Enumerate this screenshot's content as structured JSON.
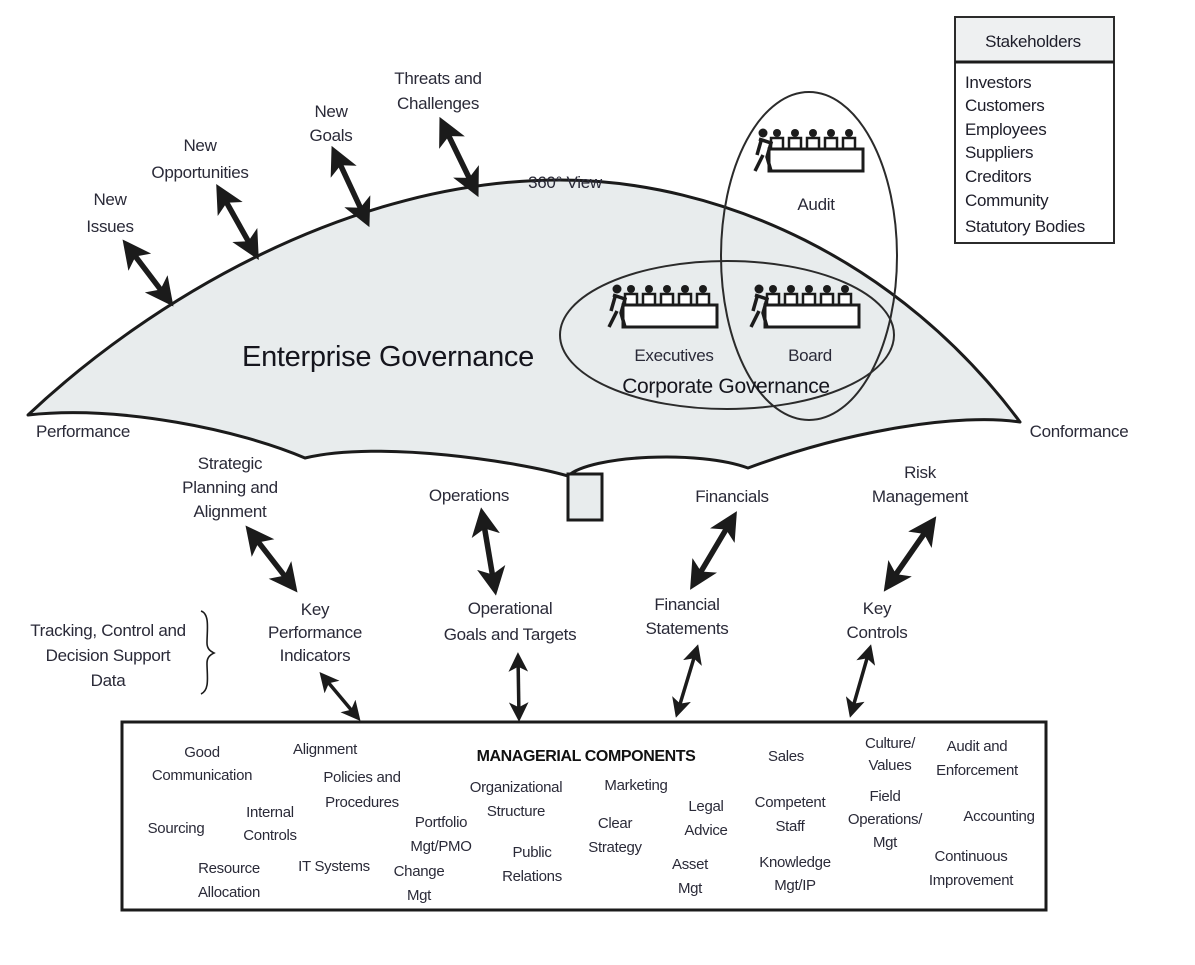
{
  "diagram": {
    "title": "Enterprise Governance",
    "view_label": "360° View",
    "colors": {
      "umbrella_fill": "#e8eced",
      "stroke": "#1b1b1b",
      "text": "#2a2a38"
    },
    "external_factors": [
      {
        "id": "new-issues",
        "lines": [
          "New",
          "Issues"
        ]
      },
      {
        "id": "new-opportunities",
        "lines": [
          "New",
          "Opportunities"
        ]
      },
      {
        "id": "new-goals",
        "lines": [
          "New",
          "Goals"
        ]
      },
      {
        "id": "threats-challenges",
        "lines": [
          "Threats and",
          "Challenges"
        ]
      }
    ],
    "corporate_governance": {
      "label": "Corporate Governance",
      "groups": [
        {
          "id": "audit",
          "label": "Audit"
        },
        {
          "id": "executives",
          "label": "Executives"
        },
        {
          "id": "board",
          "label": "Board"
        }
      ]
    },
    "edges": {
      "left": "Performance",
      "right": "Conformance"
    },
    "domains": [
      {
        "id": "strategic-planning",
        "lines": [
          "Strategic",
          "Planning and",
          "Alignment"
        ],
        "data_lines": [
          "Key",
          "Performance",
          "Indicators"
        ]
      },
      {
        "id": "operations",
        "lines": [
          "Operations"
        ],
        "data_lines": [
          "Operational",
          "Goals and Targets"
        ]
      },
      {
        "id": "financials",
        "lines": [
          "Financials"
        ],
        "data_lines": [
          "Financial",
          "Statements"
        ]
      },
      {
        "id": "risk-management",
        "lines": [
          "Risk",
          "Management"
        ],
        "data_lines": [
          "Key",
          "Controls"
        ]
      }
    ],
    "tracking_label": [
      "Tracking, Control and",
      "Decision Support",
      "Data"
    ],
    "stakeholders": {
      "title": "Stakeholders",
      "items": [
        "Investors",
        "Customers",
        "Employees",
        "Suppliers",
        "Creditors",
        "Community",
        "Statutory Bodies"
      ]
    },
    "managerial_components": {
      "title": "MANAGERIAL COMPONENTS",
      "items": [
        {
          "id": "good-communication",
          "lines": [
            "Good",
            "Communication"
          ]
        },
        {
          "id": "alignment",
          "lines": [
            "Alignment"
          ]
        },
        {
          "id": "policies-procedures",
          "lines": [
            "Policies and",
            "Procedures"
          ]
        },
        {
          "id": "sourcing",
          "lines": [
            "Sourcing"
          ]
        },
        {
          "id": "internal-controls",
          "lines": [
            "Internal",
            "Controls"
          ]
        },
        {
          "id": "resource-allocation",
          "lines": [
            "Resource",
            "Allocation"
          ]
        },
        {
          "id": "it-systems",
          "lines": [
            "IT Systems"
          ]
        },
        {
          "id": "portfolio-mgt",
          "lines": [
            "Portfolio",
            "Mgt/PMO"
          ]
        },
        {
          "id": "change-mgt",
          "lines": [
            "Change",
            "Mgt"
          ]
        },
        {
          "id": "organizational-structure",
          "lines": [
            "Organizational",
            "Structure"
          ]
        },
        {
          "id": "public-relations",
          "lines": [
            "Public",
            "Relations"
          ]
        },
        {
          "id": "marketing",
          "lines": [
            "Marketing"
          ]
        },
        {
          "id": "clear-strategy",
          "lines": [
            "Clear",
            "Strategy"
          ]
        },
        {
          "id": "legal-advice",
          "lines": [
            "Legal",
            "Advice"
          ]
        },
        {
          "id": "asset-mgt",
          "lines": [
            "Asset",
            "Mgt"
          ]
        },
        {
          "id": "sales",
          "lines": [
            "Sales"
          ]
        },
        {
          "id": "competent-staff",
          "lines": [
            "Competent",
            "Staff"
          ]
        },
        {
          "id": "knowledge-mgt",
          "lines": [
            "Knowledge",
            "Mgt/IP"
          ]
        },
        {
          "id": "culture-values",
          "lines": [
            "Culture/",
            "Values"
          ]
        },
        {
          "id": "field-operations",
          "lines": [
            "Field",
            "Operations/",
            "Mgt"
          ]
        },
        {
          "id": "audit-enforcement",
          "lines": [
            "Audit and",
            "Enforcement"
          ]
        },
        {
          "id": "accounting",
          "lines": [
            "Accounting"
          ]
        },
        {
          "id": "continuous-improvement",
          "lines": [
            "Continuous",
            "Improvement"
          ]
        }
      ]
    }
  }
}
